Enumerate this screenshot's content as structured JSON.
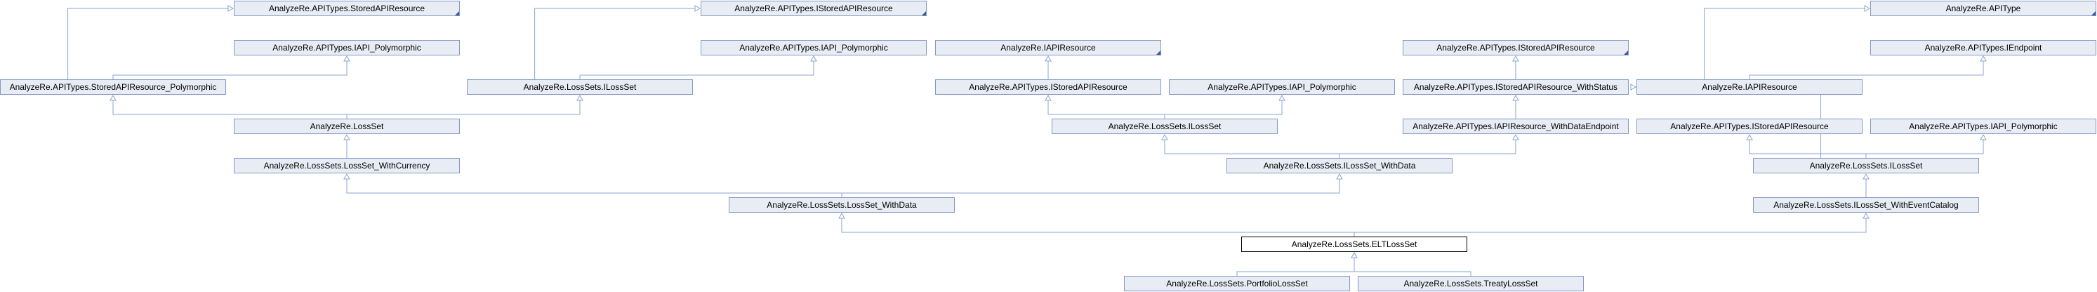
{
  "diagram": {
    "nodes": [
      {
        "id": "n01",
        "label": "AnalyzeRe.APITypes.StoredAPIResource",
        "truncated": true
      },
      {
        "id": "n02",
        "label": "AnalyzeRe.APITypes.IStoredAPIResource",
        "truncated": true
      },
      {
        "id": "n03",
        "label": "AnalyzeRe.APIType",
        "truncated": true
      },
      {
        "id": "n04",
        "label": "AnalyzeRe.APITypes.IAPI_Polymorphic"
      },
      {
        "id": "n05",
        "label": "AnalyzeRe.APITypes.IAPI_Polymorphic"
      },
      {
        "id": "n06",
        "label": "AnalyzeRe.IAPIResource",
        "truncated": true
      },
      {
        "id": "n07",
        "label": "AnalyzeRe.APITypes.IStoredAPIResource",
        "truncated": true
      },
      {
        "id": "n08",
        "label": "AnalyzeRe.APITypes.IEndpoint"
      },
      {
        "id": "n09",
        "label": "AnalyzeRe.APITypes.StoredAPIResource_Polymorphic"
      },
      {
        "id": "n10",
        "label": "AnalyzeRe.LossSets.ILossSet"
      },
      {
        "id": "n11",
        "label": "AnalyzeRe.APITypes.IStoredAPIResource"
      },
      {
        "id": "n12",
        "label": "AnalyzeRe.APITypes.IAPI_Polymorphic"
      },
      {
        "id": "n13",
        "label": "AnalyzeRe.APITypes.IStoredAPIResource_WithStatus"
      },
      {
        "id": "n14",
        "label": "AnalyzeRe.IAPIResource"
      },
      {
        "id": "n15",
        "label": "AnalyzeRe.LossSet"
      },
      {
        "id": "n16",
        "label": "AnalyzeRe.LossSets.ILossSet"
      },
      {
        "id": "n17",
        "label": "AnalyzeRe.APITypes.IAPIResource_WithDataEndpoint"
      },
      {
        "id": "n18",
        "label": "AnalyzeRe.APITypes.IStoredAPIResource"
      },
      {
        "id": "n19",
        "label": "AnalyzeRe.APITypes.IAPI_Polymorphic"
      },
      {
        "id": "n20",
        "label": "AnalyzeRe.LossSets.LossSet_WithCurrency"
      },
      {
        "id": "n21",
        "label": "AnalyzeRe.LossSets.ILossSet_WithData"
      },
      {
        "id": "n22",
        "label": "AnalyzeRe.LossSets.ILossSet"
      },
      {
        "id": "n23",
        "label": "AnalyzeRe.LossSets.LossSet_WithData"
      },
      {
        "id": "n24",
        "label": "AnalyzeRe.LossSets.ILossSet_WithEventCatalog"
      },
      {
        "id": "n25",
        "label": "AnalyzeRe.LossSets.ELTLossSet",
        "current": true
      },
      {
        "id": "n26",
        "label": "AnalyzeRe.LossSets.PortfolioLossSet"
      },
      {
        "id": "n27",
        "label": "AnalyzeRe.LossSets.TreatyLossSet"
      }
    ],
    "edges": [
      [
        "n09",
        "n01"
      ],
      [
        "n09",
        "n04"
      ],
      [
        "n10",
        "n02"
      ],
      [
        "n10",
        "n05"
      ],
      [
        "n15",
        "n09"
      ],
      [
        "n15",
        "n10"
      ],
      [
        "n20",
        "n15"
      ],
      [
        "n11",
        "n06"
      ],
      [
        "n13",
        "n07"
      ],
      [
        "n17",
        "n13"
      ],
      [
        "n16",
        "n11"
      ],
      [
        "n16",
        "n12"
      ],
      [
        "n21",
        "n16"
      ],
      [
        "n21",
        "n17"
      ],
      [
        "n14",
        "n03"
      ],
      [
        "n14",
        "n08"
      ],
      [
        "n22",
        "n14"
      ],
      [
        "n22",
        "n18"
      ],
      [
        "n22",
        "n19"
      ],
      [
        "n24",
        "n22"
      ],
      [
        "n23",
        "n20"
      ],
      [
        "n23",
        "n21"
      ],
      [
        "n25",
        "n23"
      ],
      [
        "n25",
        "n24"
      ],
      [
        "n26",
        "n25"
      ],
      [
        "n27",
        "n25"
      ]
    ],
    "colors": {
      "node_fill": "#e8edf5",
      "node_border": "#8498c2",
      "current_fill": "#ffffff",
      "current_border": "#000000",
      "edge": "#8aa4cf",
      "text": "#000000",
      "truncation_marker": "#3c5a9a"
    }
  }
}
